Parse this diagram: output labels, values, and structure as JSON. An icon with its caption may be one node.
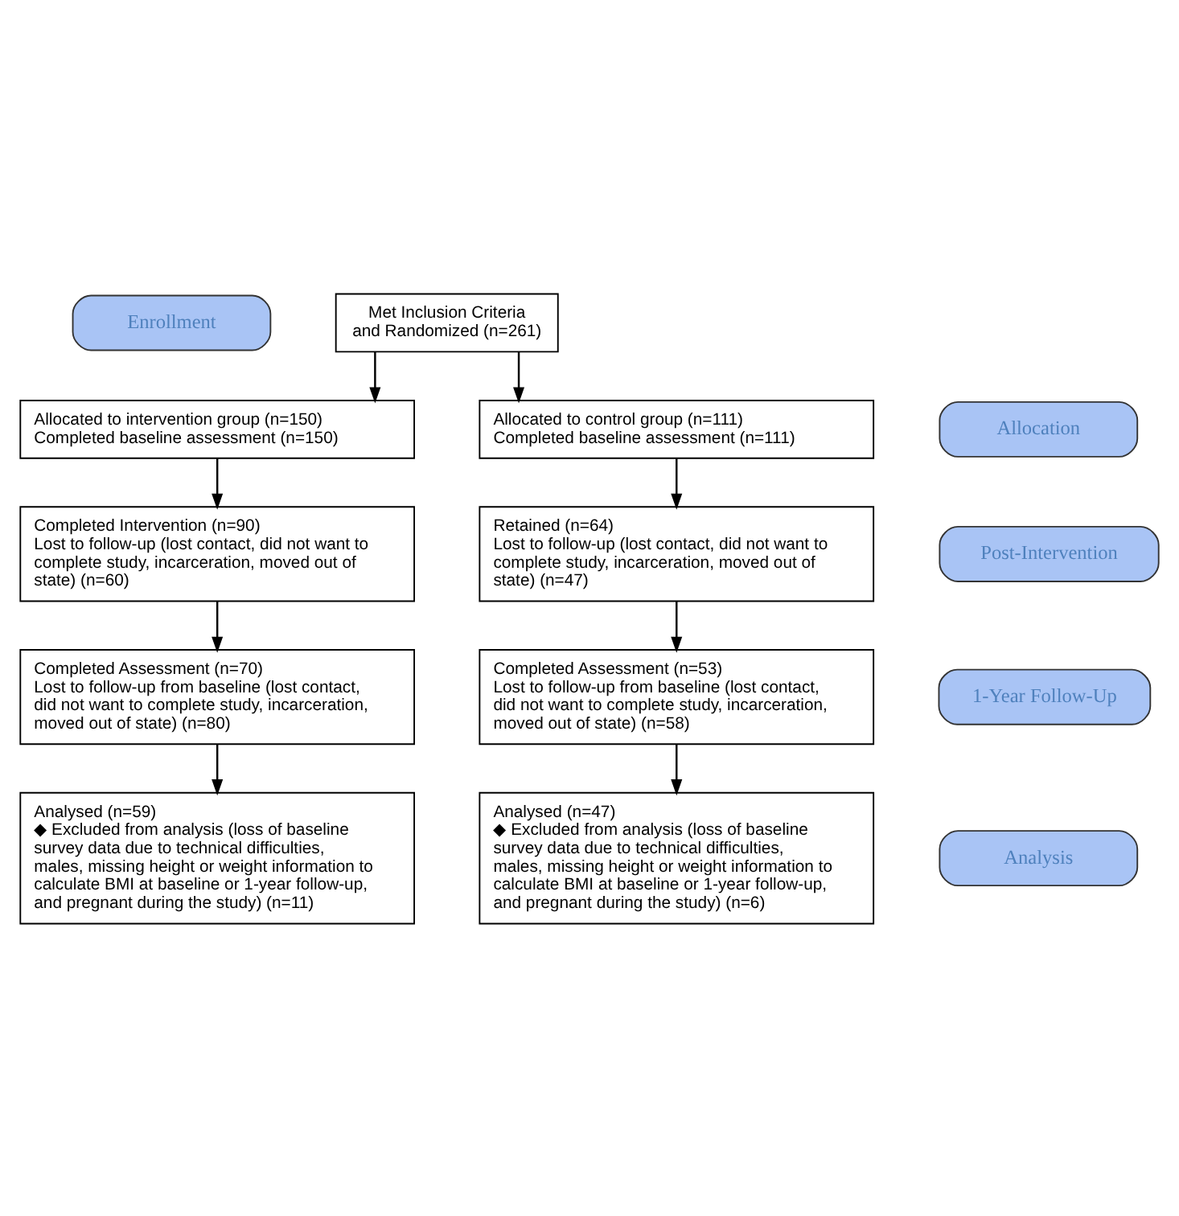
{
  "diagram": {
    "nodes": [
      {
        "text": [
          "Enrollment"
        ]
      },
      {
        "text": [
          "Met Inclusion Criteria and Randomized (n=261)"
        ]
      },
      {
        "text": [
          "Allocation"
        ]
      },
      {
        "text": [
          "Allocated to intervention group (n=150)",
          "Completed baseline assessment (n=150)"
        ]
      },
      {
        "text": [
          "Allocated to control group (n=111)",
          "Completed baseline assessment (n=111)"
        ]
      },
      {
        "text": [
          "Post-Intervention"
        ]
      },
      {
        "text": [
          "Completed Intervention (n=90)",
          "Lost to follow-up (lost contact, did not want to complete study, incarceration, moved out of state) (n=60)"
        ]
      },
      {
        "text": [
          "Retained (n=64)",
          "Lost to follow-up (lost contact, did not want to complete study, incarceration, moved out of state) (n=47)"
        ]
      },
      {
        "text": [
          "1-Year Follow-Up"
        ]
      },
      {
        "text": [
          "Completed Assessment (n=70)",
          "Lost to follow-up from baseline (lost contact, did not want to complete study, incarceration, moved out of state) (n=80)"
        ]
      },
      {
        "text": [
          "Completed Assessment (n=53)",
          "Lost to follow-up from baseline (lost contact, did not want to complete study, incarceration, moved out of state) (n=58)"
        ]
      },
      {
        "text": [
          "Analysis"
        ]
      },
      {
        "text": [
          "Analysed (n=59)",
          "◆ Excluded from analysis (loss of baseline survey data due to technical difficulties, males, missing height or weight information to calculate BMI at baseline or 1-year follow-up, and pregnant during the study) (n=11)"
        ]
      },
      {
        "text": [
          "Analysed (n=47)",
          "◆ Excluded from analysis (loss of baseline survey data due to technical difficulties, males, missing height or weight information to calculate BMI at baseline or 1-year follow-up, and pregnant during the study) (n=6)"
        ]
      }
    ],
    "edges": [
      {
        "from": 1,
        "to": 3,
        "arrow": "to"
      },
      {
        "from": 1,
        "to": 4,
        "arrow": "to"
      },
      {
        "from": 3,
        "to": 6,
        "arrow": "to"
      },
      {
        "from": 4,
        "to": 7,
        "arrow": "to"
      },
      {
        "from": 6,
        "to": 9,
        "arrow": "to"
      },
      {
        "from": 7,
        "to": 10,
        "arrow": "to"
      },
      {
        "from": 9,
        "to": 12,
        "arrow": "to"
      },
      {
        "from": 10,
        "to": 13,
        "arrow": "to"
      }
    ]
  }
}
